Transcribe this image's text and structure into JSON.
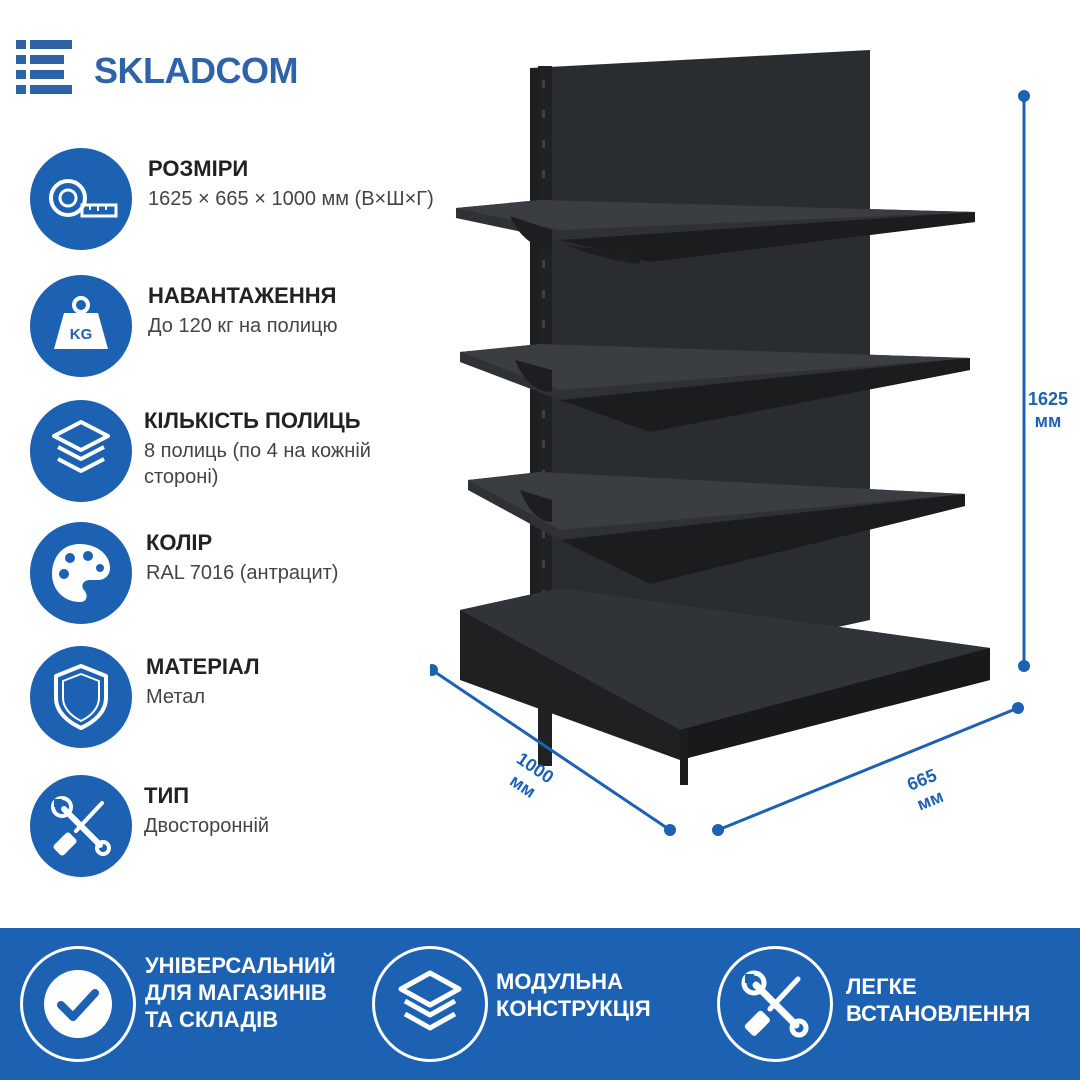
{
  "brand": {
    "name": "SKLADCOM",
    "accent": "#1d61b3"
  },
  "specs": [
    {
      "icon": "tape-measure-icon",
      "title": "РОЗМІРИ",
      "value": "1625 × 665 × 1000 мм (В×Ш×Г)"
    },
    {
      "icon": "kg-weight-icon",
      "title": "НАВАНТАЖЕННЯ",
      "value": "До 120 кг на полицю"
    },
    {
      "icon": "layers-icon",
      "title": "КІЛЬКІСТЬ ПОЛИЦЬ",
      "value": "8 полиць (по 4 на кожній стороні)"
    },
    {
      "icon": "palette-icon",
      "title": "КОЛІР",
      "value": "RAL 7016 (антрацит)"
    },
    {
      "icon": "shield-icon",
      "title": "МАТЕРІАЛ",
      "value": "Метал"
    },
    {
      "icon": "tools-icon",
      "title": "ТИП",
      "value": "Двосторонній"
    }
  ],
  "dimensions": {
    "height": {
      "value": "1625",
      "unit": "мм"
    },
    "depth": {
      "value": "1000",
      "unit": "мм"
    },
    "width": {
      "value": "665",
      "unit": "мм"
    }
  },
  "features": [
    {
      "icon": "checkmark-icon",
      "lines": [
        "УНІВЕРСАЛЬНИЙ",
        "ДЛЯ МАГАЗИНІВ",
        "ТА СКЛАДІВ"
      ]
    },
    {
      "icon": "layers-icon",
      "lines": [
        "МОДУЛЬНА",
        "КОНСТРУКЦІЯ"
      ]
    },
    {
      "icon": "tools-icon",
      "lines": [
        "ЛЕГКЕ",
        "ВСТАНОВЛЕННЯ"
      ]
    }
  ]
}
